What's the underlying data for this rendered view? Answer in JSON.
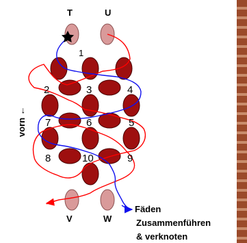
{
  "labels": {
    "top_left": "T",
    "top_right": "U",
    "bottom_left": "V",
    "bottom_right": "W",
    "side": "vorn ←",
    "note_line1": "Fäden",
    "note_line2": "Zusammenführen",
    "note_line3": "& verknoten"
  },
  "beads": {
    "n1": "1",
    "n2": "2",
    "n3": "3",
    "n4": "4",
    "n5": "5",
    "n6": "6",
    "n7": "7",
    "n8": "8",
    "n9": "9",
    "n10": "10"
  },
  "colors": {
    "bead_dark": "#9e0f0f",
    "bead_light": "#d99a9a",
    "thread_red": "#ff0000",
    "thread_blue": "#1010ee",
    "strip": "#9a4a2a"
  }
}
